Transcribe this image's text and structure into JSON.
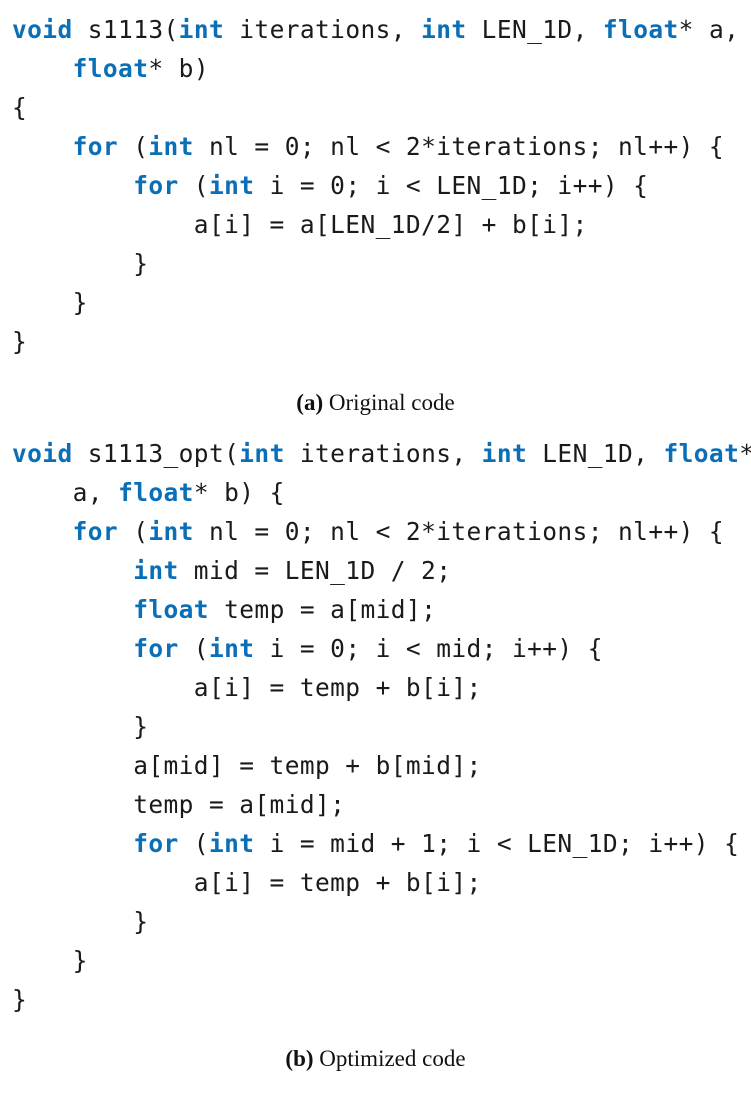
{
  "colors": {
    "keyword": "#0b6fb8",
    "text": "#1a1a1a",
    "background": "#ffffff"
  },
  "figure_a": {
    "caption_label": "(a)",
    "caption_text": " Original code",
    "lines": [
      [
        {
          "t": "void",
          "k": 1
        },
        {
          "t": " s1113("
        },
        {
          "t": "int",
          "k": 1
        },
        {
          "t": " iterations, "
        },
        {
          "t": "int",
          "k": 1
        },
        {
          "t": " LEN_1D, "
        },
        {
          "t": "float",
          "k": 1
        },
        {
          "t": "* a,"
        }
      ],
      [
        {
          "t": "    "
        },
        {
          "t": "float",
          "k": 1
        },
        {
          "t": "* b)"
        }
      ],
      [
        {
          "t": "{"
        }
      ],
      [
        {
          "t": "    "
        },
        {
          "t": "for",
          "k": 1
        },
        {
          "t": " ("
        },
        {
          "t": "int",
          "k": 1
        },
        {
          "t": " nl = 0; nl < 2*iterations; nl++) {"
        }
      ],
      [
        {
          "t": "        "
        },
        {
          "t": "for",
          "k": 1
        },
        {
          "t": " ("
        },
        {
          "t": "int",
          "k": 1
        },
        {
          "t": " i = 0; i < LEN_1D; i++) {"
        }
      ],
      [
        {
          "t": "            a[i] = a[LEN_1D/2] + b[i];"
        }
      ],
      [
        {
          "t": "        }"
        }
      ],
      [
        {
          "t": "    }"
        }
      ],
      [
        {
          "t": "}"
        }
      ]
    ]
  },
  "figure_b": {
    "caption_label": "(b)",
    "caption_text": " Optimized code",
    "lines": [
      [
        {
          "t": "void",
          "k": 1
        },
        {
          "t": " s1113_opt("
        },
        {
          "t": "int",
          "k": 1
        },
        {
          "t": " iterations, "
        },
        {
          "t": "int",
          "k": 1
        },
        {
          "t": " LEN_1D, "
        },
        {
          "t": "float",
          "k": 1
        },
        {
          "t": "*"
        }
      ],
      [
        {
          "t": "    a, "
        },
        {
          "t": "float",
          "k": 1
        },
        {
          "t": "* b) {"
        }
      ],
      [
        {
          "t": "    "
        },
        {
          "t": "for",
          "k": 1
        },
        {
          "t": " ("
        },
        {
          "t": "int",
          "k": 1
        },
        {
          "t": " nl = 0; nl < 2*iterations; nl++) {"
        }
      ],
      [
        {
          "t": "        "
        },
        {
          "t": "int",
          "k": 1
        },
        {
          "t": " mid = LEN_1D / 2;"
        }
      ],
      [
        {
          "t": "        "
        },
        {
          "t": "float",
          "k": 1
        },
        {
          "t": " temp = a[mid];"
        }
      ],
      [
        {
          "t": "        "
        },
        {
          "t": "for",
          "k": 1
        },
        {
          "t": " ("
        },
        {
          "t": "int",
          "k": 1
        },
        {
          "t": " i = 0; i < mid; i++) {"
        }
      ],
      [
        {
          "t": "            a[i] = temp + b[i];"
        }
      ],
      [
        {
          "t": "        }"
        }
      ],
      [
        {
          "t": "        a[mid] = temp + b[mid];"
        }
      ],
      [
        {
          "t": "        temp = a[mid];"
        }
      ],
      [
        {
          "t": "        "
        },
        {
          "t": "for",
          "k": 1
        },
        {
          "t": " ("
        },
        {
          "t": "int",
          "k": 1
        },
        {
          "t": " i = mid + 1; i < LEN_1D; i++) {"
        }
      ],
      [
        {
          "t": "            a[i] = temp + b[i];"
        }
      ],
      [
        {
          "t": "        }"
        }
      ],
      [
        {
          "t": "    }"
        }
      ],
      [
        {
          "t": "}"
        }
      ]
    ]
  }
}
